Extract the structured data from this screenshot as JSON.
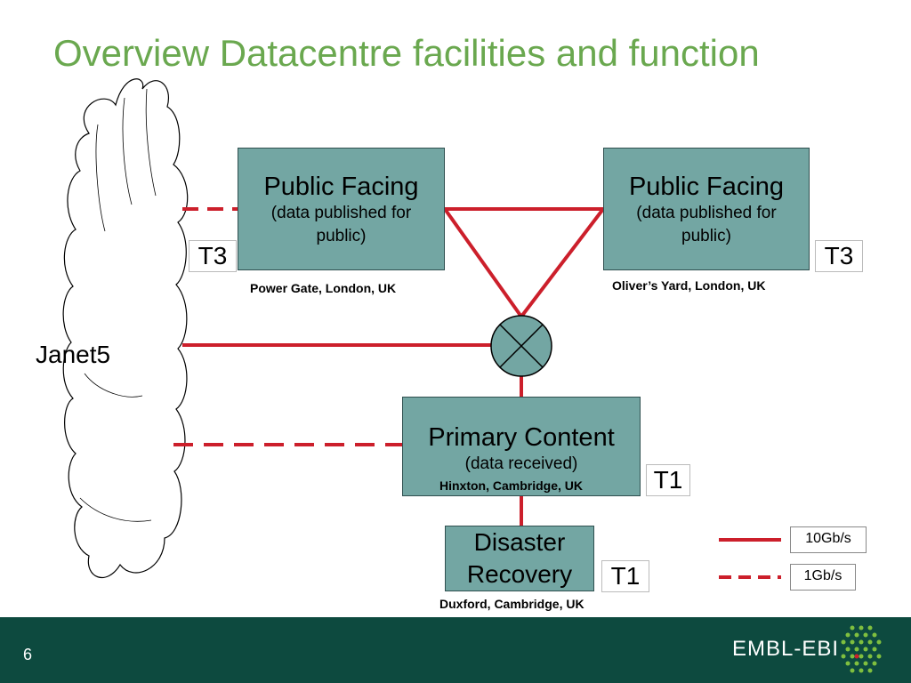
{
  "title": "Overview Datacentre facilities and function",
  "cloud": {
    "label": "Janet5"
  },
  "nodes": {
    "public_facing_left": {
      "title": "Public Facing",
      "subtitle": "(data published for public)",
      "location": "Power Gate, London, UK",
      "tier": "T3"
    },
    "public_facing_right": {
      "title": "Public Facing",
      "subtitle": "(data published for public)",
      "location": "Oliver’s Yard, London, UK",
      "tier": "T3"
    },
    "primary_content": {
      "title": "Primary Content",
      "subtitle": "(data received)",
      "location": "Hinxton, Cambridge, UK",
      "tier": "T1"
    },
    "disaster_recovery": {
      "title": "Disaster Recovery",
      "location": "Duxford, Cambridge, UK",
      "tier": "T1"
    }
  },
  "legend": [
    {
      "line": "solid",
      "label": "10Gb/s"
    },
    {
      "line": "dashed",
      "label": "1Gb/s"
    }
  ],
  "colors": {
    "link": "#cc1f2b",
    "box_fill": "#73a6a3",
    "title": "#6aa84f",
    "footer": "#0d4a3f",
    "switch_fill": "#73a6a3"
  },
  "footer": {
    "page_number": "6",
    "logo_text": "EMBL-EBI"
  }
}
